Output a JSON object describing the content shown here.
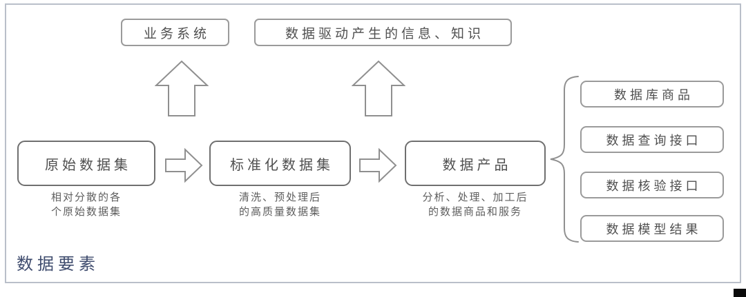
{
  "diagram": {
    "top_boxes": [
      {
        "label": "业务系统"
      },
      {
        "label": "数据驱动产生的信息、知识"
      }
    ],
    "flow_boxes": [
      {
        "label": "原始数据集",
        "desc_line1": "相对分散的各",
        "desc_line2": "个原始数据集"
      },
      {
        "label": "标准化数据集",
        "desc_line1": "清洗、预处理后",
        "desc_line2": "的高质量数据集"
      },
      {
        "label": "数据产品",
        "desc_line1": "分析、处理、加工后",
        "desc_line2": "的数据商品和服务"
      }
    ],
    "output_boxes": [
      {
        "label": "数据库商品"
      },
      {
        "label": "数据查询接口"
      },
      {
        "label": "数据核验接口"
      },
      {
        "label": "数据模型结果"
      }
    ],
    "caption": "数据要素",
    "colors": {
      "box_border_light": "#9a9a9a",
      "box_border_dark": "#6f6f6f",
      "box_text": "#4f4f4f",
      "desc_text": "#5e5e5e",
      "caption_text": "#3f4c6e",
      "frame_border": "#b9bfc9",
      "arrow_stroke": "#8f8f8f"
    }
  }
}
